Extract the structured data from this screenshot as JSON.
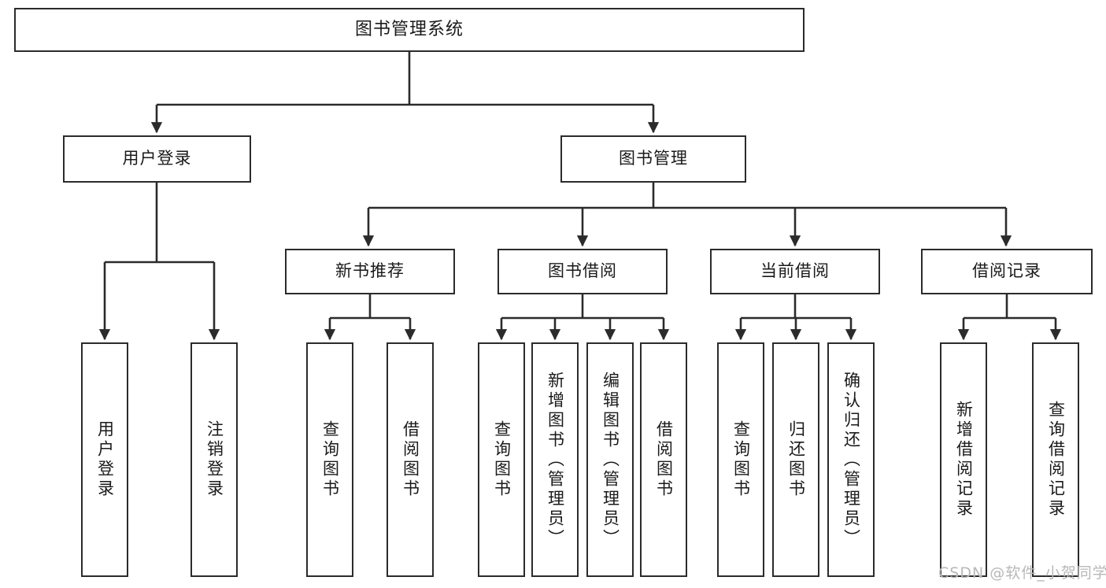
{
  "diagram": {
    "type": "tree",
    "title": "图书管理系统",
    "root": {
      "label": "图书管理系统"
    },
    "level1": [
      {
        "label": "用户登录"
      },
      {
        "label": "图书管理"
      }
    ],
    "level2": [
      {
        "label": "新书推荐"
      },
      {
        "label": "图书借阅"
      },
      {
        "label": "当前借阅"
      },
      {
        "label": "借阅记录"
      }
    ],
    "leaves_user_login": [
      {
        "label": "用户登录"
      },
      {
        "label": "注销登录"
      }
    ],
    "leaves_new_books": [
      {
        "label": "查询图书"
      },
      {
        "label": "借阅图书"
      }
    ],
    "leaves_borrow": [
      {
        "label": "查询图书"
      },
      {
        "label": "新增图书（管理员）"
      },
      {
        "label": "编辑图书（管理员）"
      },
      {
        "label": "借阅图书"
      }
    ],
    "leaves_current": [
      {
        "label": "查询图书"
      },
      {
        "label": "归还图书"
      },
      {
        "label": "确认归还（管理员）"
      }
    ],
    "leaves_records": [
      {
        "label": "新增借阅记录"
      },
      {
        "label": "查询借阅记录"
      }
    ]
  },
  "watermark": {
    "text": "CSDN @软件_小贺同学"
  },
  "colors": {
    "stroke": "#2b2b2b",
    "fill": "#ffffff",
    "text": "#1a1a1a",
    "watermark": "#b8b8b8"
  }
}
